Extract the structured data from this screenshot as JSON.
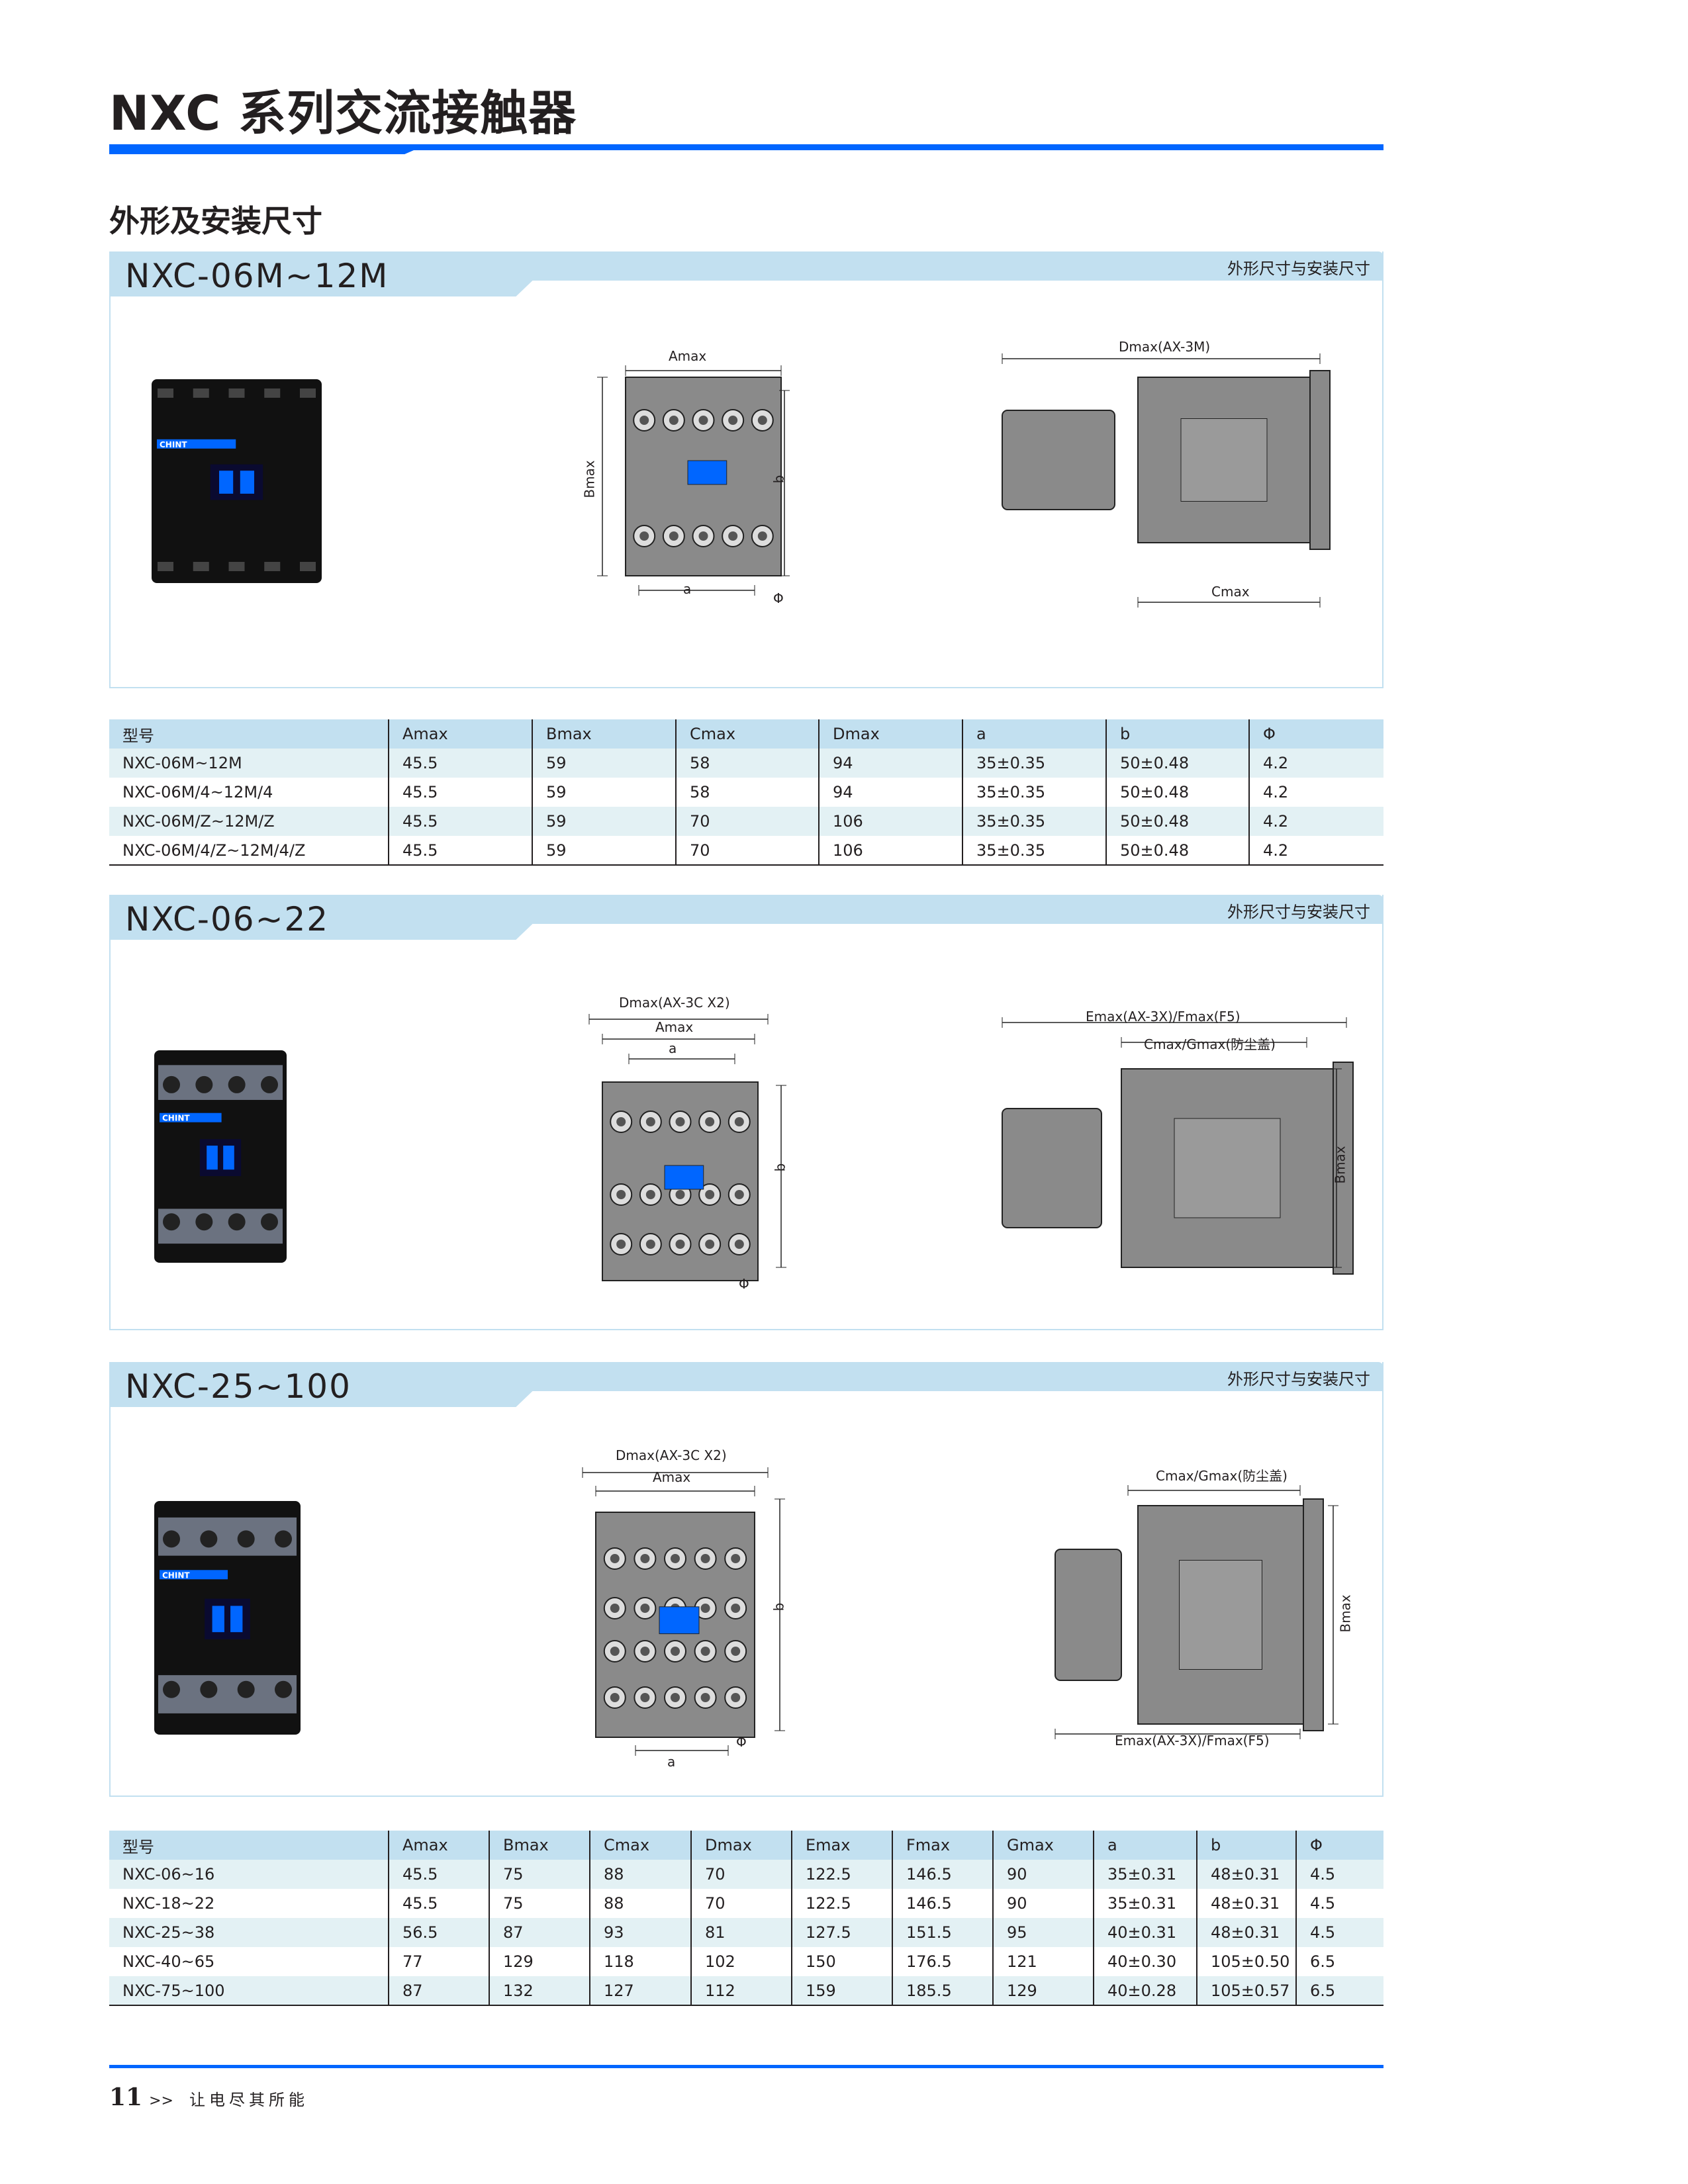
{
  "header": {
    "title": "NXC 系列交流接触器",
    "section": "外形及安装尺寸"
  },
  "colors": {
    "accent": "#0066ff",
    "panel": "#c2e0f0",
    "row_alt": "#e3f1f4",
    "drawing_gray": "#8a8a8a"
  },
  "panels": [
    {
      "title": "NXC-06M~12M",
      "subtitle": "外形尺寸与安装尺寸",
      "front_labels": {
        "top": "Amax",
        "left": "Bmax",
        "right": "b",
        "bottom": "a",
        "hole": "Φ"
      },
      "side_labels": {
        "top": "Dmax(AX-3M)",
        "bottom": "Cmax"
      }
    },
    {
      "title": "NXC-06~22",
      "subtitle": "外形尺寸与安装尺寸",
      "front_labels": {
        "top1": "Dmax(AX-3C X2)",
        "top2": "Amax",
        "top3": "a",
        "right": "b",
        "hole": "Φ"
      },
      "side_labels": {
        "top1": "Emax(AX-3X)/Fmax(F5)",
        "top2": "Cmax/Gmax(防尘盖)",
        "right": "Bmax"
      }
    },
    {
      "title": "NXC-25~100",
      "subtitle": "外形尺寸与安装尺寸",
      "front_labels": {
        "top1": "Dmax(AX-3C X2)",
        "top2": "Amax",
        "right": "b",
        "bottom": "a",
        "hole": "Φ"
      },
      "side_labels": {
        "top": "Cmax/Gmax(防尘盖)",
        "bottom": "Emax(AX-3X)/Fmax(F5)",
        "right": "Bmax"
      }
    }
  ],
  "table1": {
    "headers": [
      "型号",
      "Amax",
      "Bmax",
      "Cmax",
      "Dmax",
      "a",
      "b",
      "Φ"
    ],
    "rows": [
      [
        "NXC-06M~12M",
        "45.5",
        "59",
        "58",
        "94",
        "35±0.35",
        "50±0.48",
        "4.2"
      ],
      [
        "NXC-06M/4~12M/4",
        "45.5",
        "59",
        "58",
        "94",
        "35±0.35",
        "50±0.48",
        "4.2"
      ],
      [
        "NXC-06M/Z~12M/Z",
        "45.5",
        "59",
        "70",
        "106",
        "35±0.35",
        "50±0.48",
        "4.2"
      ],
      [
        "NXC-06M/4/Z~12M/4/Z",
        "45.5",
        "59",
        "70",
        "106",
        "35±0.35",
        "50±0.48",
        "4.2"
      ]
    ]
  },
  "table2": {
    "headers": [
      "型号",
      "Amax",
      "Bmax",
      "Cmax",
      "Dmax",
      "Emax",
      "Fmax",
      "Gmax",
      "a",
      "b",
      "Φ"
    ],
    "rows": [
      [
        "NXC-06~16",
        "45.5",
        "75",
        "88",
        "70",
        "122.5",
        "146.5",
        "90",
        "35±0.31",
        "48±0.31",
        "4.5"
      ],
      [
        "NXC-18~22",
        "45.5",
        "75",
        "88",
        "70",
        "122.5",
        "146.5",
        "90",
        "35±0.31",
        "48±0.31",
        "4.5"
      ],
      [
        "NXC-25~38",
        "56.5",
        "87",
        "93",
        "81",
        "127.5",
        "151.5",
        "95",
        "40±0.31",
        "48±0.31",
        "4.5"
      ],
      [
        "NXC-40~65",
        "77",
        "129",
        "118",
        "102",
        "150",
        "176.5",
        "121",
        "40±0.30",
        "105±0.50",
        "6.5"
      ],
      [
        "NXC-75~100",
        "87",
        "132",
        "127",
        "112",
        "159",
        "185.5",
        "129",
        "40±0.28",
        "105±0.57",
        "6.5"
      ]
    ]
  },
  "product_logo": "CHINT",
  "footer": {
    "page": "11",
    "arrows": ">>",
    "slogan": "让电尽其所能"
  }
}
